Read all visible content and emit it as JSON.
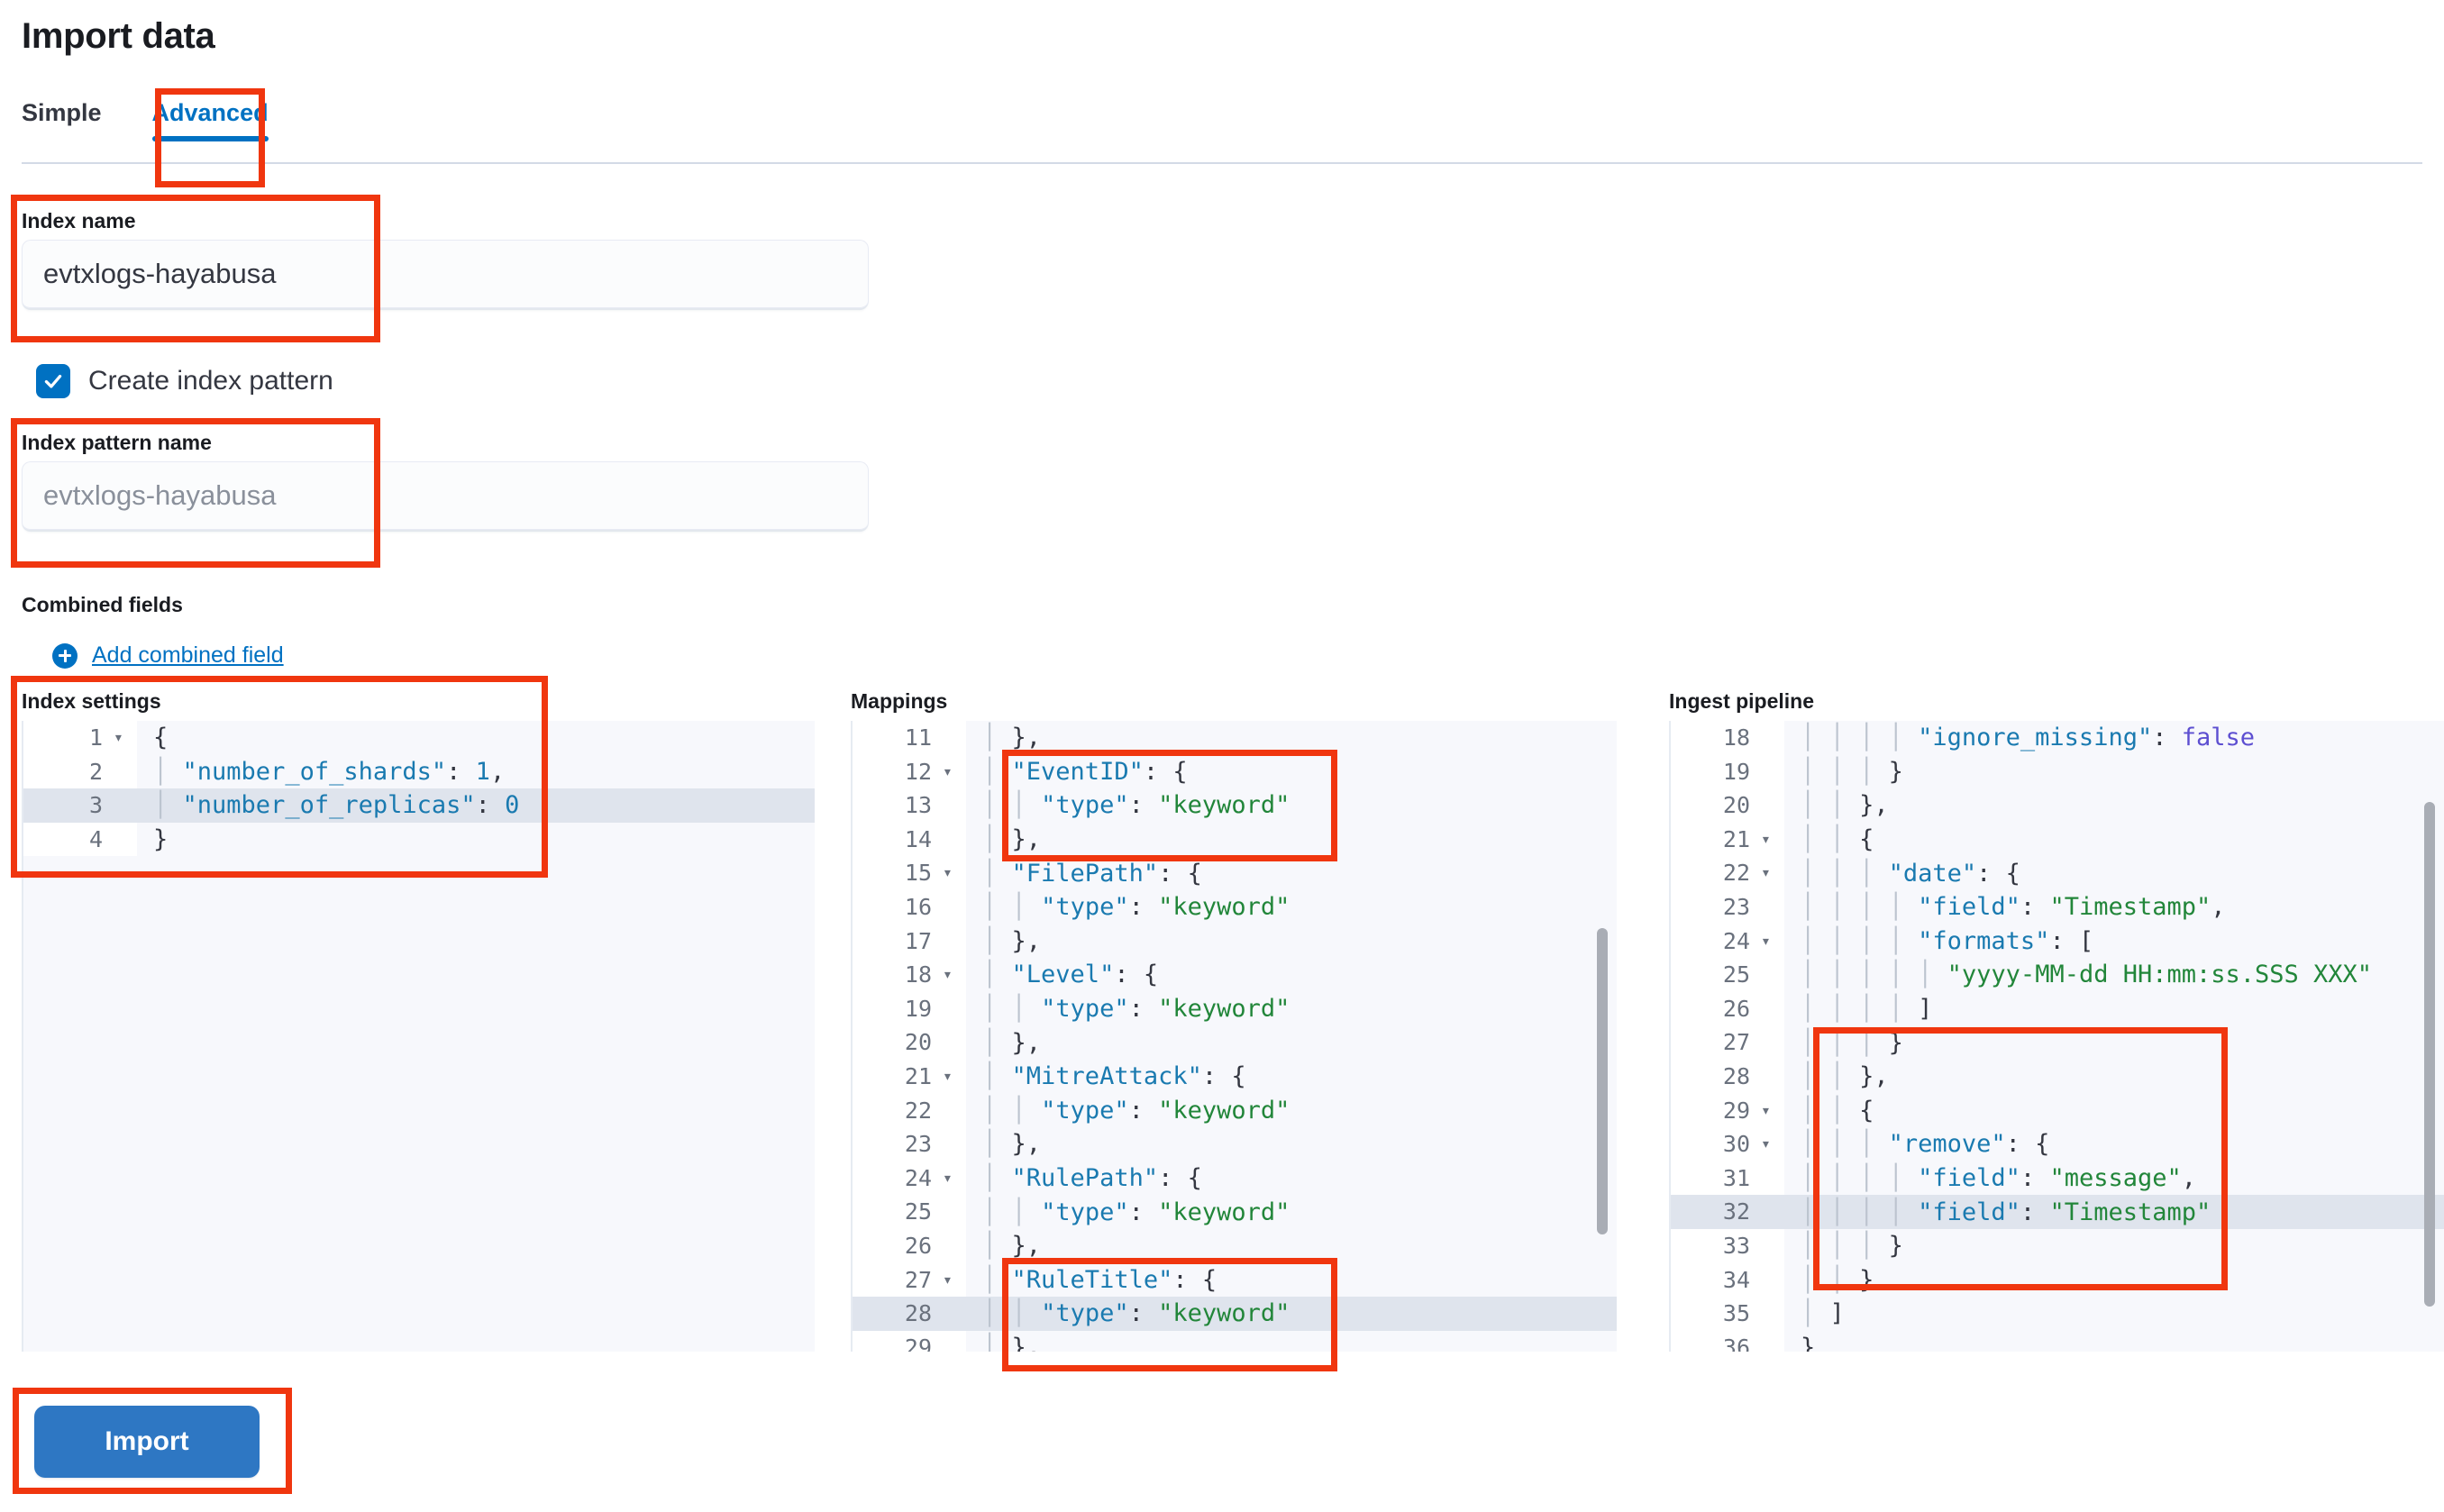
{
  "page": {
    "title": "Import data"
  },
  "tabs": [
    {
      "label": "Simple",
      "active": false
    },
    {
      "label": "Advanced",
      "active": true
    }
  ],
  "form": {
    "index_name": {
      "label": "Index name",
      "value": "evtxlogs-hayabusa",
      "placeholder": ""
    },
    "create_index_pattern": {
      "label": "Create index pattern",
      "checked": true
    },
    "index_pattern_name": {
      "label": "Index pattern name",
      "value": "",
      "placeholder": "evtxlogs-hayabusa"
    },
    "combined_fields": {
      "label": "Combined fields",
      "add_link": "Add combined field"
    }
  },
  "editors": {
    "index_settings": {
      "title": "Index settings",
      "first_line": 1,
      "highlight_line": 3,
      "fold_lines": [
        1
      ],
      "lines": [
        "{",
        "  \"number_of_shards\": 1,",
        "  \"number_of_replicas\": 0",
        "}"
      ]
    },
    "mappings": {
      "title": "Mappings",
      "first_line": 11,
      "highlight_line": 28,
      "fold_lines": [
        12,
        15,
        18,
        21,
        24,
        27
      ],
      "lines": [
        "  },",
        "  \"EventID\": {",
        "    \"type\": \"keyword\"",
        "  },",
        "  \"FilePath\": {",
        "    \"type\": \"keyword\"",
        "  },",
        "  \"Level\": {",
        "    \"type\": \"keyword\"",
        "  },",
        "  \"MitreAttack\": {",
        "    \"type\": \"keyword\"",
        "  },",
        "  \"RulePath\": {",
        "    \"type\": \"keyword\"",
        "  },",
        "  \"RuleTitle\": {",
        "    \"type\": \"keyword\"",
        "  },"
      ]
    },
    "ingest_pipeline": {
      "title": "Ingest pipeline",
      "first_line": 18,
      "highlight_line": 32,
      "fold_lines": [
        21,
        22,
        24,
        29,
        30
      ],
      "lines": [
        "        \"ignore_missing\": false",
        "      }",
        "    },",
        "    {",
        "      \"date\": {",
        "        \"field\": \"Timestamp\",",
        "        \"formats\": [",
        "          \"yyyy-MM-dd HH:mm:ss.SSS XXX\"",
        "        ]",
        "      }",
        "    },",
        "    {",
        "      \"remove\": {",
        "        \"field\": \"message\",",
        "        \"field\": \"Timestamp\"",
        "      }",
        "    }",
        "  ]",
        "}"
      ]
    }
  },
  "actions": {
    "import_label": "Import"
  },
  "colors": {
    "accent": "#0071c2",
    "primary_button": "#2e77c3",
    "annotation": "#f0360f",
    "string_green": "#22863a",
    "key_blue": "#1a7ab0",
    "bool_purple": "#5d4fd1",
    "highlight_row": "#dfe4ed"
  }
}
